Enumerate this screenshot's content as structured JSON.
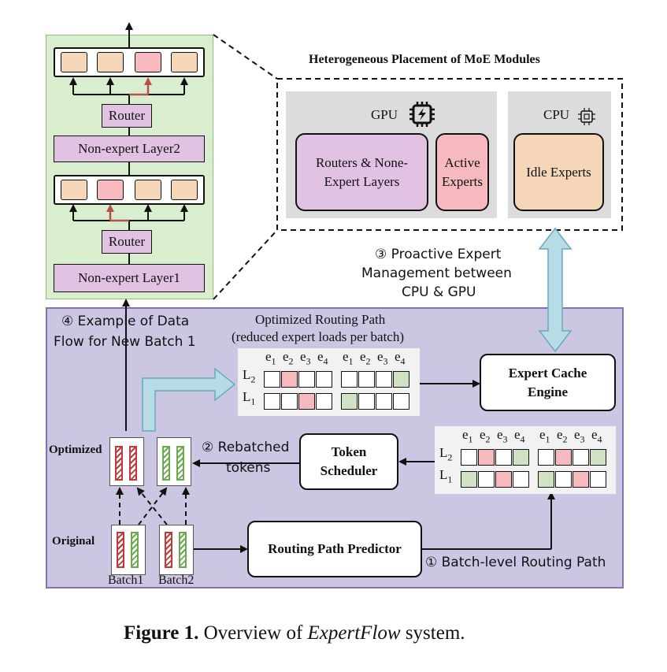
{
  "left_stack": {
    "router_top": "Router",
    "layer2": "Non-expert Layer2",
    "router_bottom": "Router",
    "layer1": "Non-expert Layer1"
  },
  "placement": {
    "title": "Heterogeneous Placement of MoE Modules",
    "gpu_label": "GPU",
    "cpu_label": "CPU",
    "routers_line1": "Routers & None-",
    "routers_line2": "Expert Layers",
    "active_line1": "Active",
    "active_line2": "Experts",
    "idle": "Idle Experts"
  },
  "labels": {
    "proactive_line1": "③ Proactive Expert",
    "proactive_line2": "Management between",
    "proactive_line3": "CPU & GPU",
    "example_line1": "④ Example of Data",
    "example_line2": "Flow for New Batch 1",
    "optimized_path_line1": "Optimized Routing Path",
    "optimized_path_line2": "(reduced expert loads per batch)",
    "rebatched_line1": "② Rebatched",
    "rebatched_line2": "tokens",
    "batch_level": "① Batch-level Routing Path",
    "optimized": "Optimized",
    "original": "Original",
    "batch1": "Batch1",
    "batch2": "Batch2"
  },
  "boxes": {
    "cache_line1": "Expert Cache",
    "cache_line2": "Engine",
    "scheduler_line1": "Token",
    "scheduler_line2": "Scheduler",
    "predictor": "Routing Path Predictor"
  },
  "grid": {
    "e_labels": [
      "e",
      "e",
      "e",
      "e"
    ],
    "e_subs": [
      "1",
      "2",
      "3",
      "4"
    ],
    "l_labels": [
      "L",
      "L"
    ],
    "l_subs": [
      "2",
      "1"
    ]
  },
  "caption": {
    "prefix": "Figure 1.",
    "middle": " Overview of ",
    "italic": "ExpertFlow",
    "suffix": " system."
  },
  "colors": {
    "green_panel": "#d9eecf",
    "purple_panel": "#cbc7e3",
    "active_expert": "#f6b9bd",
    "idle_expert": "#f6d6b8",
    "non_expert": "#e2c2e2",
    "arrow_blue": "#b7dce6"
  }
}
